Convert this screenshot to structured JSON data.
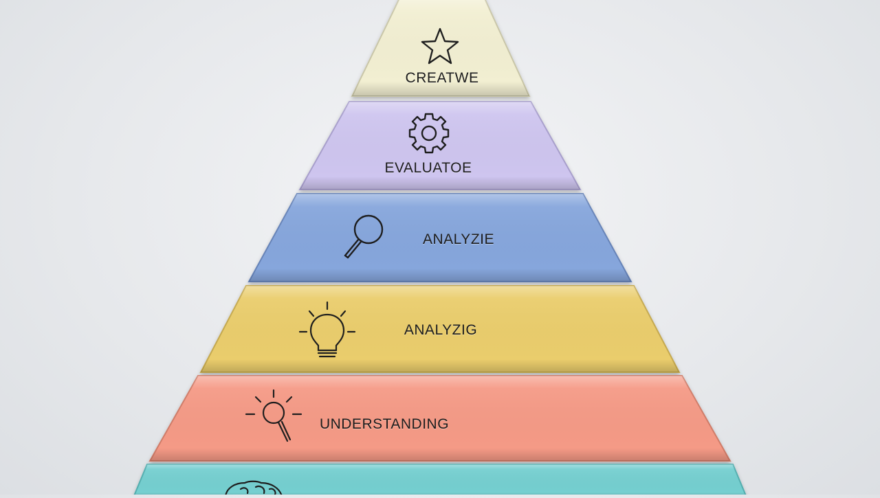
{
  "diagram": {
    "layers": [
      {
        "label": "CREATWE",
        "icon": "star-icon",
        "color": "#f2efd2"
      },
      {
        "label": "EVALUATOE",
        "icon": "gear-icon",
        "color": "#cec5ef"
      },
      {
        "label": "ANALYZIE",
        "icon": "magnifier-icon",
        "color": "#86a6dc"
      },
      {
        "label": "ANALYZIG",
        "icon": "lightbulb-icon",
        "color": "#eacd6c"
      },
      {
        "label": "UNDERSTANDING",
        "icon": "search-sparkle-icon",
        "color": "#f59a86"
      },
      {
        "label": "",
        "icon": "brain-icon",
        "color": "#74cfd0"
      }
    ]
  }
}
